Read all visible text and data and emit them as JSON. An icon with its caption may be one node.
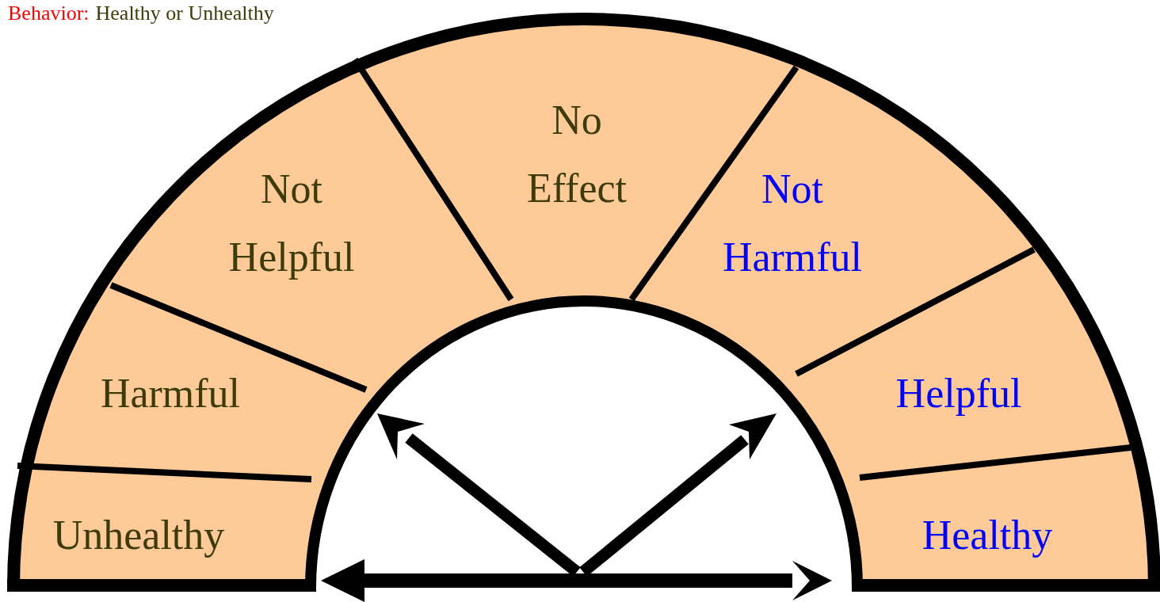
{
  "diagram": {
    "nodes": [
      {
        "text": [
          "Unhealthy"
        ]
      },
      {
        "text": [
          "Harmful"
        ]
      },
      {
        "text": [
          "Not Helpful"
        ]
      },
      {
        "text": [
          "No Effect"
        ]
      },
      {
        "text": [
          "Not Harmful"
        ]
      },
      {
        "text": [
          "Helpful"
        ]
      },
      {
        "text": [
          "Healthy"
        ]
      }
    ],
    "labels": [
      "Behavior:",
      "Healthy or Unhealthy"
    ]
  }
}
